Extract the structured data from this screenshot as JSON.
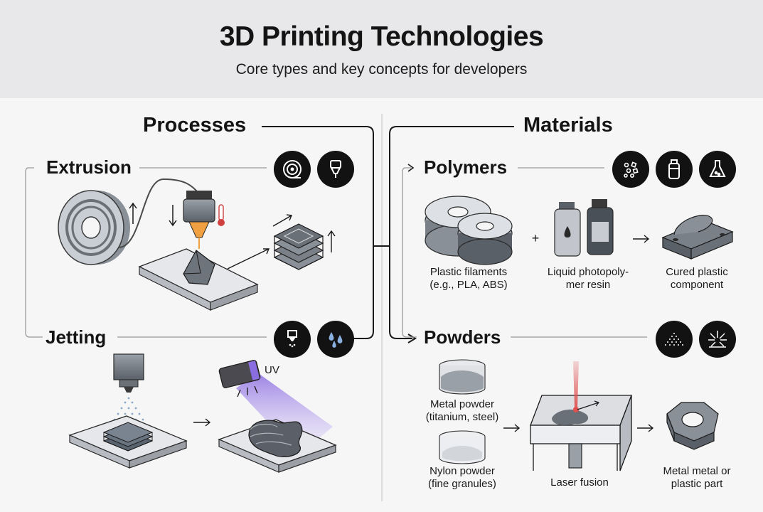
{
  "header": {
    "title": "3D Printing Technologies",
    "subtitle": "Core types and key concepts for developers"
  },
  "processes": {
    "heading": "Processes",
    "extrusion": {
      "label": "Extrusion",
      "icons": [
        "filament-spool-icon",
        "extruder-nozzle-icon"
      ]
    },
    "jetting": {
      "label": "Jetting",
      "icons": [
        "jetting-nozzle-icon",
        "liquid-drops-icon"
      ],
      "uv_label": "UV"
    }
  },
  "materials": {
    "heading": "Materials",
    "polymers": {
      "label": "Polymers",
      "icons": [
        "pellets-icon",
        "resin-bottle-icon",
        "flask-icon"
      ],
      "captions": {
        "filaments": [
          "Plastic filaments",
          "(e.g., PLA, ABS)"
        ],
        "resin": [
          "Liquid photopoly-",
          "mer resin"
        ],
        "cured": [
          "Cured plastic",
          "component"
        ]
      },
      "plus": "+"
    },
    "powders": {
      "label": "Powders",
      "icons": [
        "powder-pile-icon",
        "laser-burst-icon"
      ],
      "captions": {
        "metal": [
          "Metal powder",
          "(titanium, steel)"
        ],
        "nylon": [
          "Nylon powder",
          "(fine granules)"
        ],
        "laser": [
          "Laser fusion"
        ],
        "part": [
          "Metal metal or",
          "plastic part"
        ]
      }
    }
  },
  "colors": {
    "header_bg": "#e8e8ea",
    "badge": "#121212",
    "nozzle_tip": "#f0a040",
    "uv_purple": "#8a6de0",
    "laser_red": "#e05050"
  }
}
